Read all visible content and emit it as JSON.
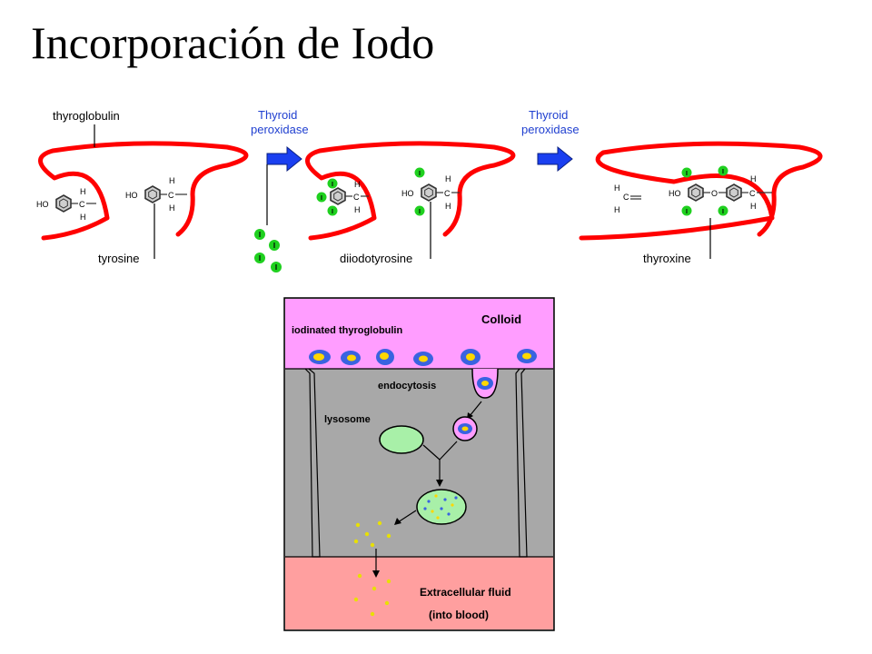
{
  "title": "Incorporación de Iodo",
  "top_diagram": {
    "labels": {
      "thyroglobulin": "thyroglobulin",
      "tyrosine": "tyrosine",
      "diiodotyrosine": "diiodotyrosine",
      "thyroxine": "thyroxine"
    },
    "enzyme": {
      "line1": "Thyroid",
      "line2": "peroxidase"
    },
    "atoms": {
      "ho": "HO",
      "h": "H",
      "c": "C",
      "o": "O",
      "iodine": "I"
    }
  },
  "cell_diagram": {
    "colloid": "Colloid",
    "iodinated_thyroglobulin": "iodinated thyroglobulin",
    "endocytosis": "endocytosis",
    "lysosome": "lysosome",
    "extracellular_line1": "Extracellular fluid",
    "extracellular_line2": "(into blood)"
  },
  "colors": {
    "membrane": "#ff0000",
    "enzyme_text": "#1f3fd0",
    "arrow": "#1a3ff0",
    "iodine": "#1fd01f",
    "colloid_bg": "#ff9dff",
    "cell_bg": "#a8a8a8",
    "extracellular_bg": "#ff9f9f",
    "lysosome": "#a8f0a8"
  }
}
